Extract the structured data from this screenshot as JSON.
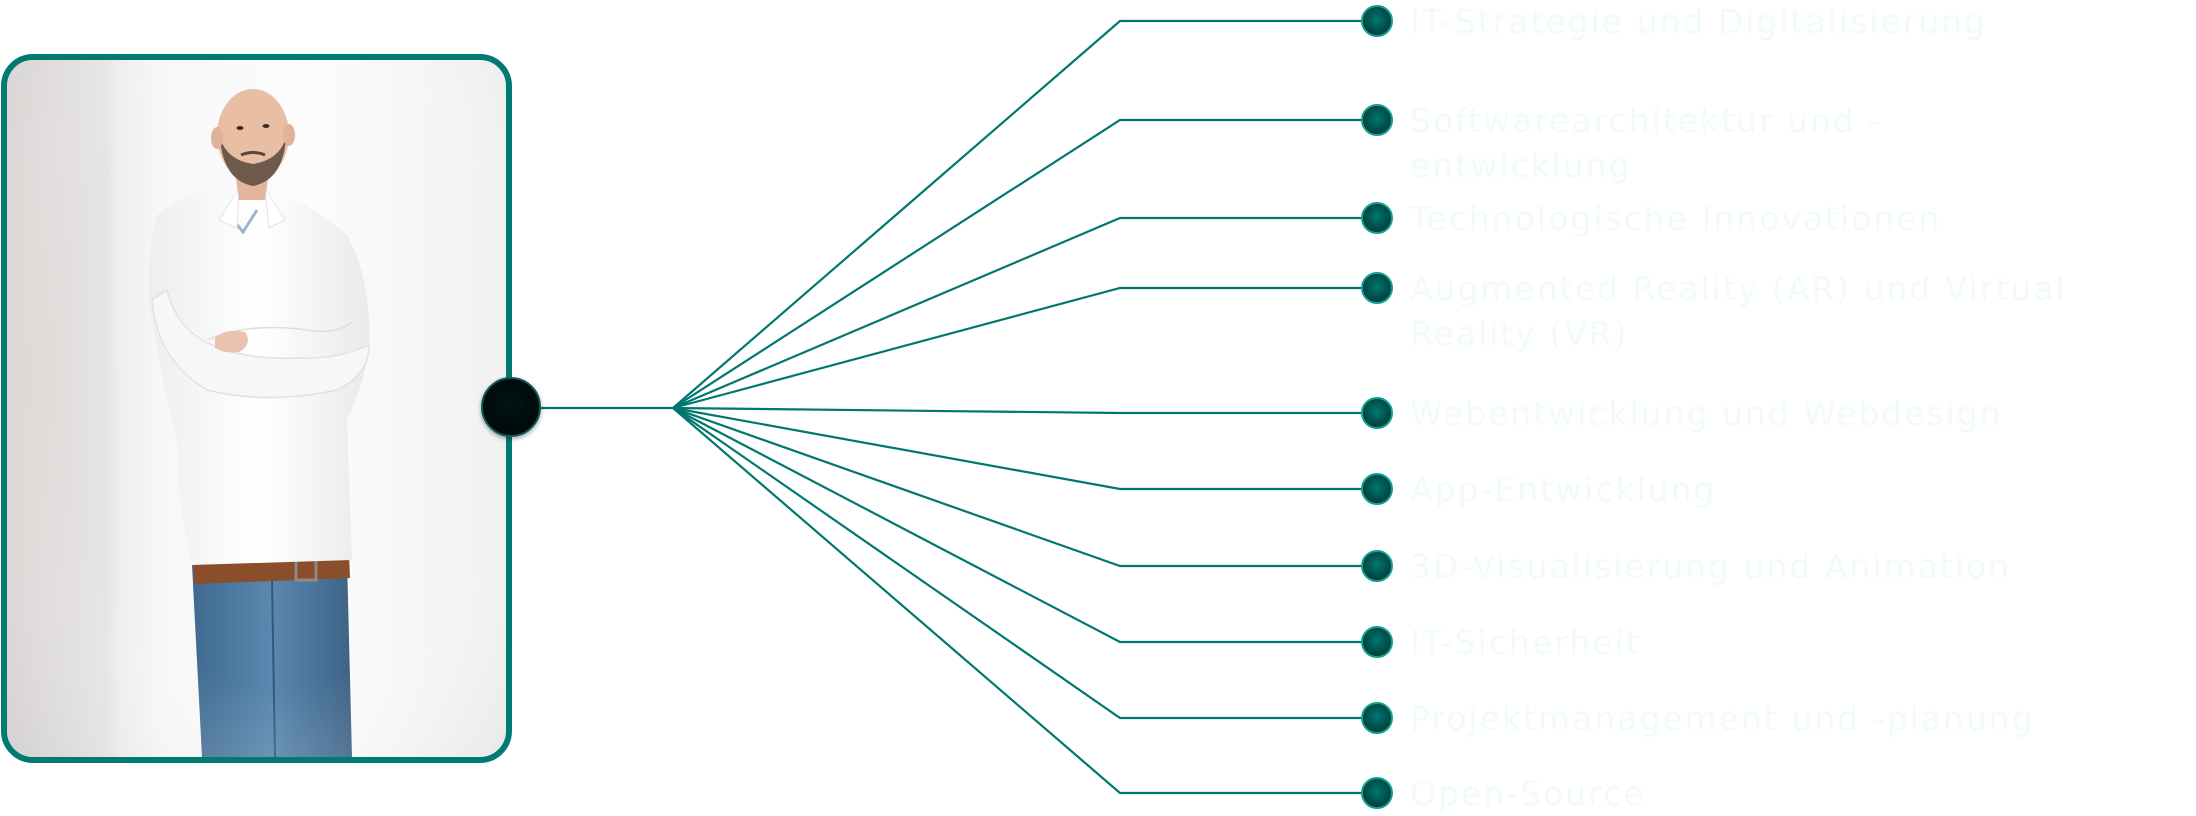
{
  "diagram": {
    "title": "",
    "colors": {
      "accent": "#007a72",
      "line": "#00776f",
      "node_fill_center": "#007870",
      "node_fill_edge": "#003a37",
      "node_border": "#12a095",
      "hub_fill": "#010b0b",
      "label_text": "#f1fbfa"
    },
    "photo": {
      "description": "portrait-photo-man-white-shirt-crossed-arms"
    },
    "hub": {
      "icon": "hub-node"
    },
    "branches": [
      {
        "label_lines": [
          "IT-Strategie und Digitalisierung"
        ]
      },
      {
        "label_lines": [
          "Softwarearchitektur und -",
          "entwicklung"
        ]
      },
      {
        "label_lines": [
          "Technologische Innovationen"
        ]
      },
      {
        "label_lines": [
          "Augmented Reality (AR) und Virtual",
          "Reality (VR)"
        ]
      },
      {
        "label_lines": [
          "Webentwicklung und Webdesign"
        ]
      },
      {
        "label_lines": [
          "App-Entwicklung"
        ]
      },
      {
        "label_lines": [
          "3D-Visualisierung und Animation"
        ]
      },
      {
        "label_lines": [
          "IT-Sicherheit"
        ]
      },
      {
        "label_lines": [
          "Projektmanagement und -planung"
        ]
      },
      {
        "label_lines": [
          "Open-Source"
        ]
      }
    ]
  }
}
